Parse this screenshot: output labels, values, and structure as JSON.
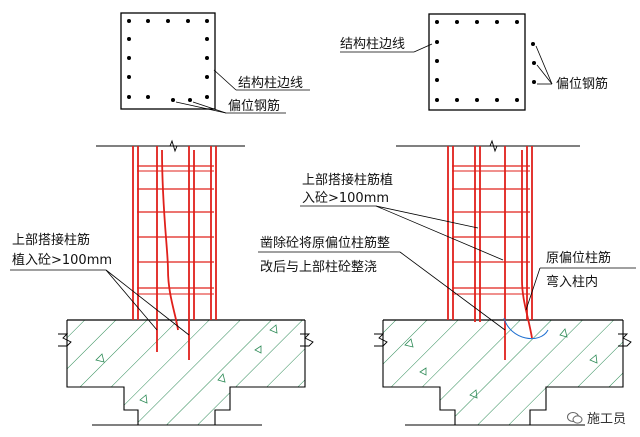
{
  "labels": {
    "boundary_left": "结构柱边线",
    "offset_left": "偏位钢筋",
    "boundary_right": "结构柱边线",
    "offset_right": "偏位钢筋",
    "lap_left_1": "上部搭接柱筋",
    "lap_left_2": "植入砼>100mm",
    "lap_right_1": "上部搭接柱筋植",
    "lap_right_2": "入砼>100mm",
    "chisel_1": "凿除砼将原偏位柱筋整",
    "chisel_2": "改后与上部柱砼整浇",
    "bend_1": "原偏位柱筋",
    "bend_2": "弯入柱内"
  },
  "watermark": "施工员",
  "colors": {
    "rebar": "#e0201b",
    "line": "#000000",
    "hatch": "#2e8b57"
  }
}
